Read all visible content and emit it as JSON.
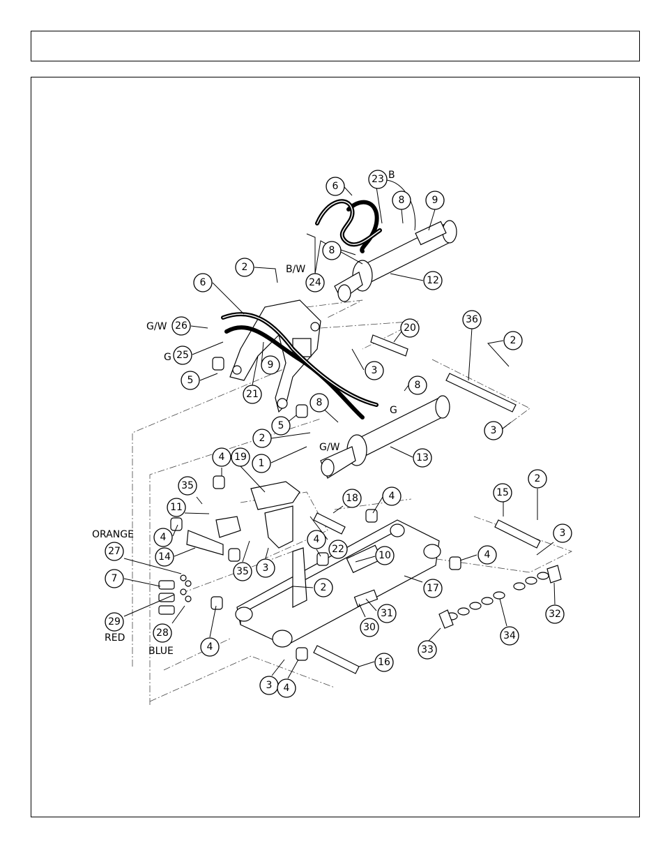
{
  "header": {
    "title": ""
  },
  "diagram": {
    "callouts": [
      {
        "num": "6"
      },
      {
        "num": "23"
      },
      {
        "num": "8"
      },
      {
        "num": "9"
      },
      {
        "num": "8"
      },
      {
        "num": "24"
      },
      {
        "num": "2"
      },
      {
        "num": "12"
      },
      {
        "num": "6"
      },
      {
        "num": "26"
      },
      {
        "num": "25"
      },
      {
        "num": "5"
      },
      {
        "num": "9"
      },
      {
        "num": "21"
      },
      {
        "num": "20"
      },
      {
        "num": "3"
      },
      {
        "num": "36"
      },
      {
        "num": "2"
      },
      {
        "num": "3"
      },
      {
        "num": "8"
      },
      {
        "num": "8"
      },
      {
        "num": "5"
      },
      {
        "num": "2"
      },
      {
        "num": "1"
      },
      {
        "num": "13"
      },
      {
        "num": "4"
      },
      {
        "num": "19"
      },
      {
        "num": "35"
      },
      {
        "num": "11"
      },
      {
        "num": "4"
      },
      {
        "num": "14"
      },
      {
        "num": "35"
      },
      {
        "num": "3"
      },
      {
        "num": "18"
      },
      {
        "num": "4"
      },
      {
        "num": "4"
      },
      {
        "num": "22"
      },
      {
        "num": "10"
      },
      {
        "num": "2"
      },
      {
        "num": "15"
      },
      {
        "num": "2"
      },
      {
        "num": "3"
      },
      {
        "num": "4"
      },
      {
        "num": "17"
      },
      {
        "num": "27"
      },
      {
        "num": "7"
      },
      {
        "num": "29"
      },
      {
        "num": "28"
      },
      {
        "num": "4"
      },
      {
        "num": "31"
      },
      {
        "num": "30"
      },
      {
        "num": "16"
      },
      {
        "num": "3"
      },
      {
        "num": "4"
      },
      {
        "num": "34"
      },
      {
        "num": "33"
      },
      {
        "num": "32"
      }
    ],
    "labels": {
      "b": "B",
      "bw": "B/W",
      "gw_left": "G/W",
      "g_left": "G",
      "g_right": "G",
      "gw_mid": "G/W",
      "orange": "ORANGE",
      "red": "RED",
      "blue": "BLUE"
    }
  }
}
